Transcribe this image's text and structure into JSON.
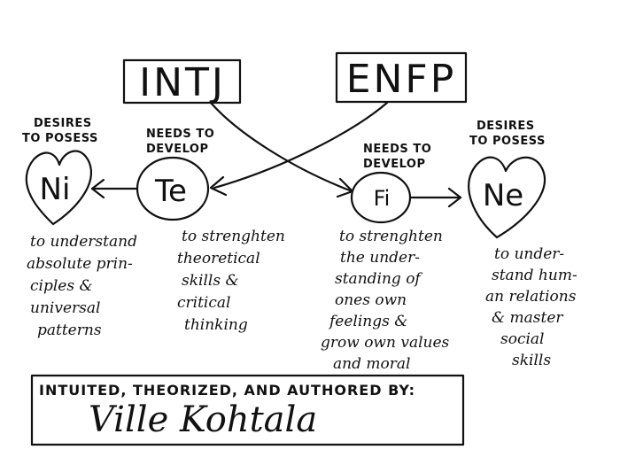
{
  "types": {
    "left": "INTJ",
    "right": "ENFP"
  },
  "left": {
    "desires_label": [
      "DESIRES",
      "TO POSESS"
    ],
    "desire_function": "Ni",
    "desire_text": [
      "to understand",
      "absolute prin-",
      "ciples &",
      "universal",
      "patterns"
    ],
    "needs_label": [
      "NEEDS TO",
      "DEVELOP"
    ],
    "needs_function": "Te",
    "needs_text": [
      "to strenghten",
      "theoretical",
      "skills &",
      "critical",
      "thinking"
    ]
  },
  "right": {
    "needs_label": [
      "NEEDS TO",
      "DEVELOP"
    ],
    "needs_function": "Fi",
    "needs_text": [
      "to strenghten",
      "the under-",
      "standing of",
      "ones own",
      "feelings &",
      "grow own values",
      "and moral"
    ],
    "desires_label": [
      "DESIRES",
      "TO POSESS"
    ],
    "desire_function": "Ne",
    "desire_text": [
      "to under-",
      "stand hum-",
      "an relations",
      "& master",
      "social",
      "skills"
    ]
  },
  "credit": {
    "label": "INTUITED, THEORIZED, AND AUTHORED BY:",
    "signature": "Ville Kohtala"
  }
}
